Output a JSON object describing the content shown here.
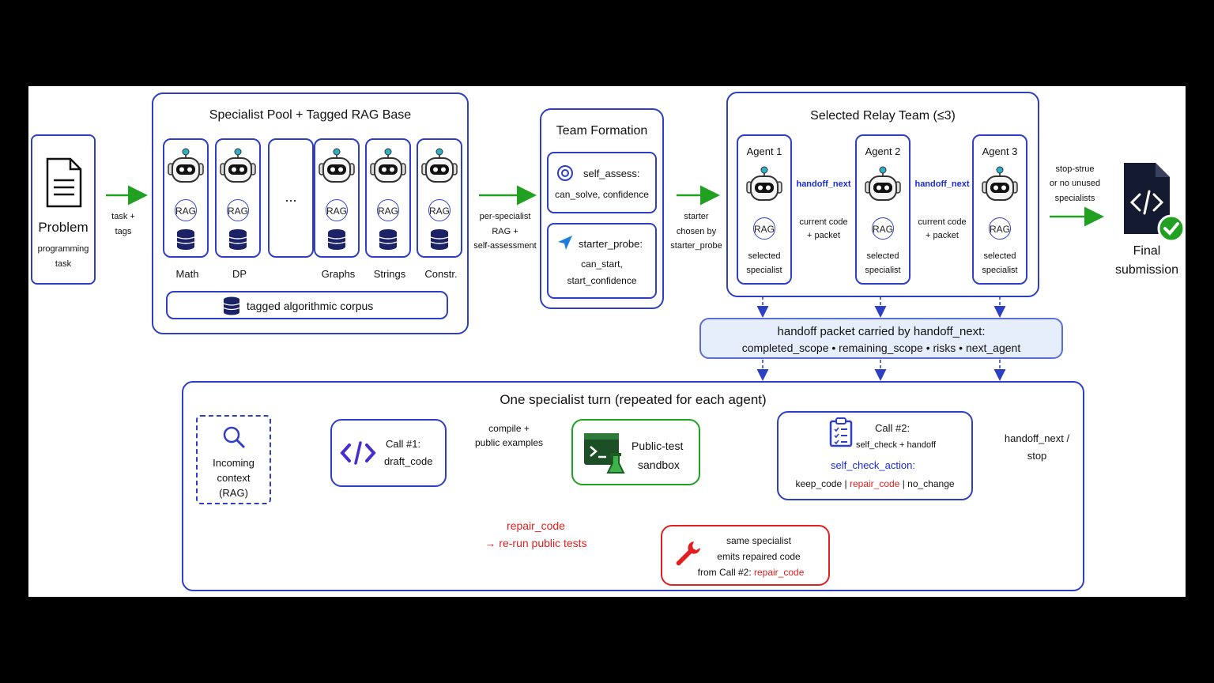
{
  "problem": {
    "title": "Problem",
    "subtitle_1": "programming",
    "subtitle_2": "task"
  },
  "arrow_labels": {
    "task_tags_1": "task +",
    "task_tags_2": "tags",
    "per_specialist_1": "per-specialist",
    "per_specialist_2": "RAG +",
    "per_specialist_3": "self-assessment",
    "starter_1": "starter",
    "starter_2": "chosen by",
    "starter_3": "starter_probe",
    "stop_1": "stop-strue",
    "stop_2": "or no unused",
    "stop_3": "specialists"
  },
  "pool": {
    "title": "Specialist Pool + Tagged RAG Base",
    "rag": "RAG",
    "ellipsis": "...",
    "specialists": [
      "Math",
      "DP",
      "Graphs",
      "Strings",
      "Constr."
    ],
    "corpus": "tagged algorithmic corpus"
  },
  "team_formation": {
    "title": "Team Formation",
    "self_assess_1": "self_assess:",
    "self_assess_2": "can_solve, confidence",
    "starter_probe_1": "starter_probe:",
    "starter_probe_2": "can_start,",
    "starter_probe_3": "start_confidence"
  },
  "relay": {
    "title": "Selected Relay Team (≤3)",
    "agents": [
      "Agent 1",
      "Agent 2",
      "Agent 3"
    ],
    "rag": "RAG",
    "selected_1": "selected",
    "selected_2": "specialist",
    "handoff": "handoff_next",
    "current_1": "current code",
    "current_2": "+ packet"
  },
  "final": {
    "line_1": "Final",
    "line_2": "submission"
  },
  "packet": {
    "line_1": "handoff packet carried by handoff_next:",
    "line_2": "completed_scope  •  remaining_scope  •  risks  •  next_agent"
  },
  "turn": {
    "title": "One specialist turn (repeated for each agent)",
    "incoming_1": "Incoming",
    "incoming_2": "context",
    "incoming_3": "(RAG)",
    "call1_1": "Call #1:",
    "call1_2": "draft_code",
    "compile_1": "compile +",
    "compile_2": "public examples",
    "sandbox_1": "Public-test",
    "sandbox_2": "sandbox",
    "call2_1": "Call #2:",
    "call2_2": "self_check + handoff",
    "call2_3": "self_check_action:",
    "keep": "keep_code",
    "sep": "|",
    "repair": "repair_code",
    "nochange": "no_change",
    "out_1": "handoff_next /",
    "out_2": "stop",
    "repair_label_1": "repair_code",
    "repair_label_2": "→  re-run public tests",
    "same_1": "same specialist",
    "same_2": "emits repaired code",
    "same_3": "from Call #2:",
    "same_4": "repair_code"
  },
  "colors": {
    "blue": "#2f3fc4",
    "navy": "#141c5e",
    "green": "#22a022",
    "red": "#e02020"
  }
}
